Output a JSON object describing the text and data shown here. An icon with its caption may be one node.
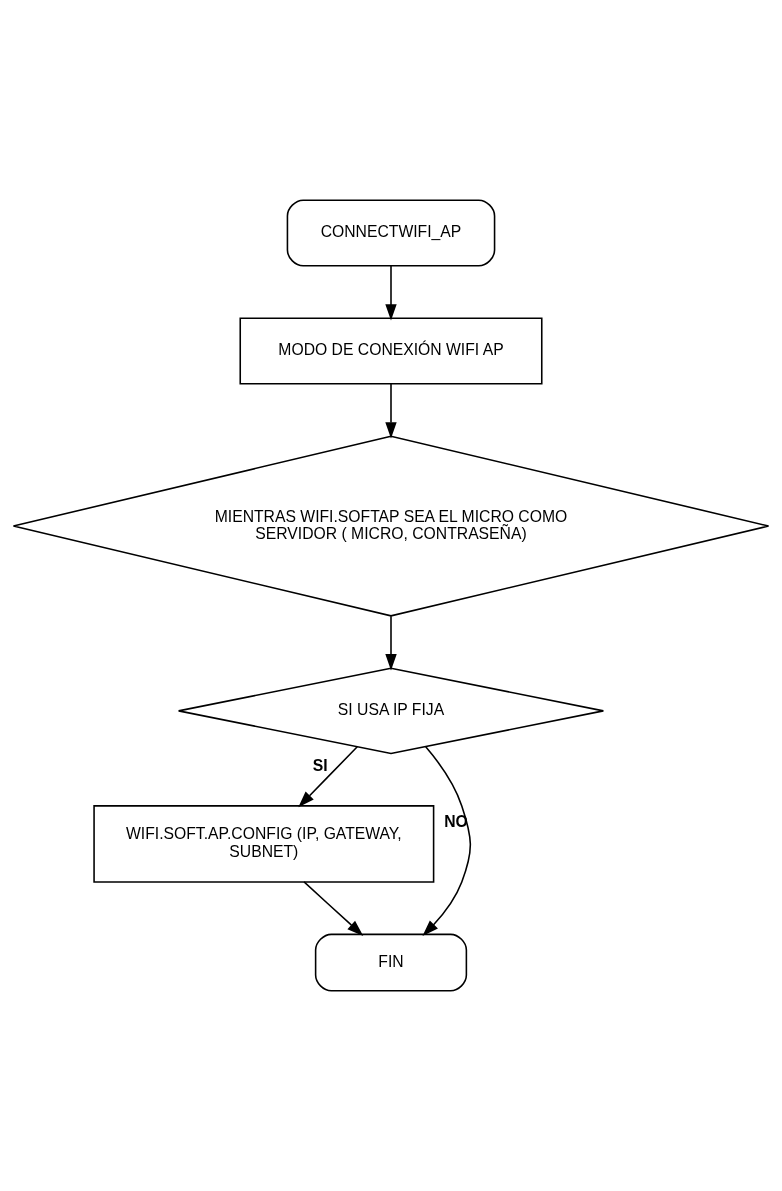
{
  "diagram": {
    "nodes": [
      {
        "text": [
          "CONNECTWIFI_AP"
        ]
      },
      {
        "text": [
          "MODO DE CONEXIÓN WIFI AP"
        ]
      },
      {
        "text": [
          "MIENTRAS WIFI.SOFTAP SEA EL MICRO COMO SERVIDOR ( MICRO, CONTRASEÑA)"
        ]
      },
      {
        "text": [
          "SI USA IP FIJA"
        ]
      },
      {
        "text": [
          "WIFI.SOFT.AP.CONFIG (IP, GATEWAY, SUBNET)"
        ]
      },
      {
        "text": [
          "FIN"
        ]
      }
    ],
    "edges": [
      {
        "from": 0,
        "to": 1,
        "arrow": "to"
      },
      {
        "from": 1,
        "to": 2,
        "arrow": "to"
      },
      {
        "from": 2,
        "to": 3,
        "arrow": "to"
      },
      {
        "from": 3,
        "to": 4,
        "arrow": "to",
        "label": "SI"
      },
      {
        "from": 3,
        "to": 5,
        "arrow": "to",
        "label": "NO"
      },
      {
        "from": 4,
        "to": 5,
        "arrow": "to"
      }
    ]
  }
}
